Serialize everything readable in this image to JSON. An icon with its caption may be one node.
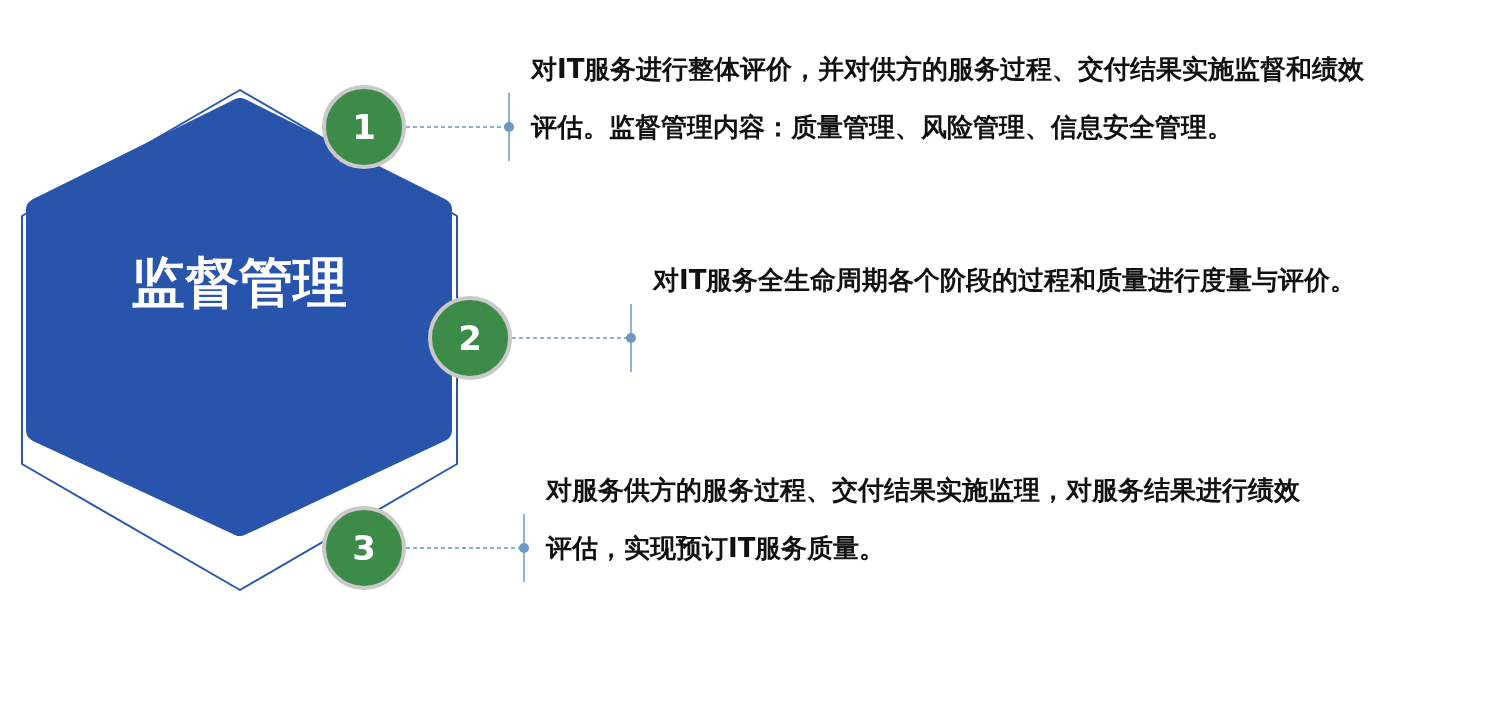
{
  "diagram": {
    "nodes": [
      {
        "text": [
          "监督管理"
        ]
      },
      {
        "text": [
          "1"
        ]
      },
      {
        "text": [
          "对IT服务进行整体评价，并对供方的服务过程、交付结果实施监督和绩效评估。监督管理内容：**质量管理、风险管理、信息安全管理**。"
        ]
      },
      {
        "text": [
          "2"
        ]
      },
      {
        "text": [
          "对IT服务**全生命周期**各个阶段的过程和质量进行度量与评价。"
        ]
      },
      {
        "text": [
          "3"
        ]
      },
      {
        "text": [
          "对服务供方的服务过程、交付结果实施监理，对服务结果进行**绩效评估**，实现预订IT服务质量。"
        ]
      }
    ],
    "edges": [
      {
        "from": 1,
        "to": 2,
        "arrow": "other",
        "style": "dashed"
      },
      {
        "from": 3,
        "to": 4,
        "arrow": "other",
        "style": "dashed"
      },
      {
        "from": 5,
        "to": 6,
        "arrow": "other",
        "style": "dashed"
      }
    ]
  }
}
